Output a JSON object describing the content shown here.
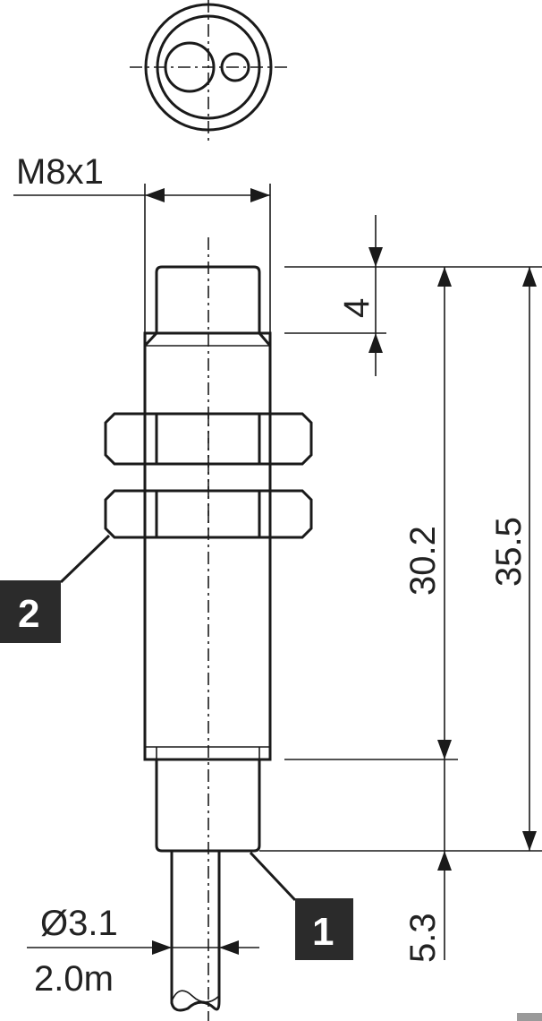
{
  "dimensions": {
    "thread": "M8x1",
    "tip_length": "4",
    "thread_length": "30.2",
    "total_length": "35.5",
    "rear_length": "5.3",
    "cable_diameter": "Ø3.1",
    "cable_length": "2.0m"
  },
  "labels": {
    "cable": "1",
    "nuts": "2"
  },
  "colors": {
    "line": "#1a1a1a",
    "label_box": "#2b2b2b"
  }
}
